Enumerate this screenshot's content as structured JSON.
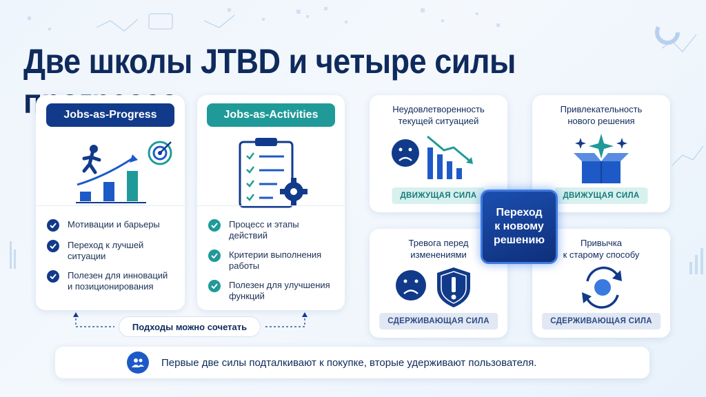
{
  "title": "Две школы JTBD и четыре силы прогресса",
  "schools": [
    {
      "name": "Jobs-as-Progress",
      "items": [
        "Мотивации и барьеры",
        "Переход к лучшей\nситуации",
        "Полезен для инноваций\nи позиционирования"
      ]
    },
    {
      "name": "Jobs-as-Activities",
      "items": [
        "Процесс и этапы действий",
        "Критерии выполнения\nработы",
        "Полезен для улучшения\nфункций"
      ]
    }
  ],
  "combine_label": "Подходы можно сочетать",
  "center_label": "Переход\nк новому\nрешению",
  "forces": [
    {
      "title": "Неудовлетворенность\nтекущей ситуацией",
      "badge": "ДВИЖУЩАЯ СИЛА"
    },
    {
      "title": "Привлекательность\nнового решения",
      "badge": "ДВИЖУЩАЯ СИЛА"
    },
    {
      "title": "Тревога перед\nизменениями",
      "badge": "СДЕРЖИВАЮЩАЯ СИЛА"
    },
    {
      "title": "Привычка\nк старому способу",
      "badge": "СДЕРЖИВАЮЩАЯ СИЛА"
    }
  ],
  "footer_text": "Первые две силы подталкивают к покупке, вторые удерживают пользователя.",
  "colors": {
    "navy": "#123a8a",
    "teal": "#1f9a99",
    "blue": "#1d5ac8"
  },
  "icons": {
    "school_1": "running-person-chart-target-icon",
    "school_2": "clipboard-checklist-gear-icon",
    "force_1": "sad-face-declining-chart-icon",
    "force_2": "open-box-sparkle-icon",
    "force_3": "sad-face-shield-icon",
    "force_4": "circular-arrows-icon",
    "footer": "users-group-icon"
  }
}
